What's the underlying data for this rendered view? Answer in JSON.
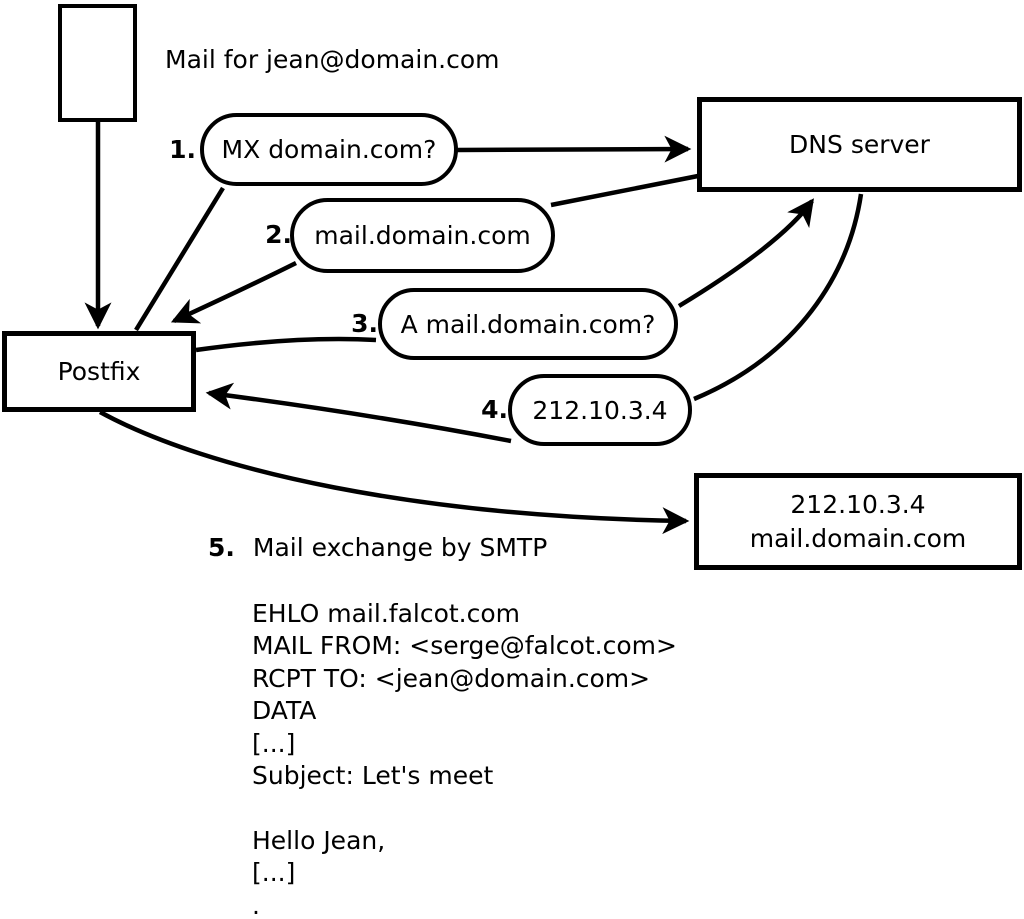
{
  "colors": {
    "ink": "#000000",
    "bg": "#ffffff"
  },
  "nodes": {
    "mail_message": {
      "caption": "Mail for jean@domain.com"
    },
    "postfix": {
      "label": "Postfix"
    },
    "dns_server": {
      "label": "DNS server"
    },
    "mail_server": {
      "line1": "212.10.3.4",
      "line2": "mail.domain.com"
    }
  },
  "steps": [
    {
      "num": "1.",
      "label": "MX domain.com?"
    },
    {
      "num": "2.",
      "label": "mail.domain.com"
    },
    {
      "num": "3.",
      "label": "A mail.domain.com?"
    },
    {
      "num": "4.",
      "label": "212.10.3.4"
    },
    {
      "num": "5.",
      "label": "Mail exchange by SMTP"
    }
  ],
  "smtp_session": {
    "lines": [
      "EHLO mail.falcot.com",
      "MAIL FROM: <serge@falcot.com>",
      "RCPT TO: <jean@domain.com>",
      "DATA",
      "[...]",
      "Subject: Let's meet",
      "",
      "Hello Jean,",
      "[...]",
      "."
    ]
  }
}
